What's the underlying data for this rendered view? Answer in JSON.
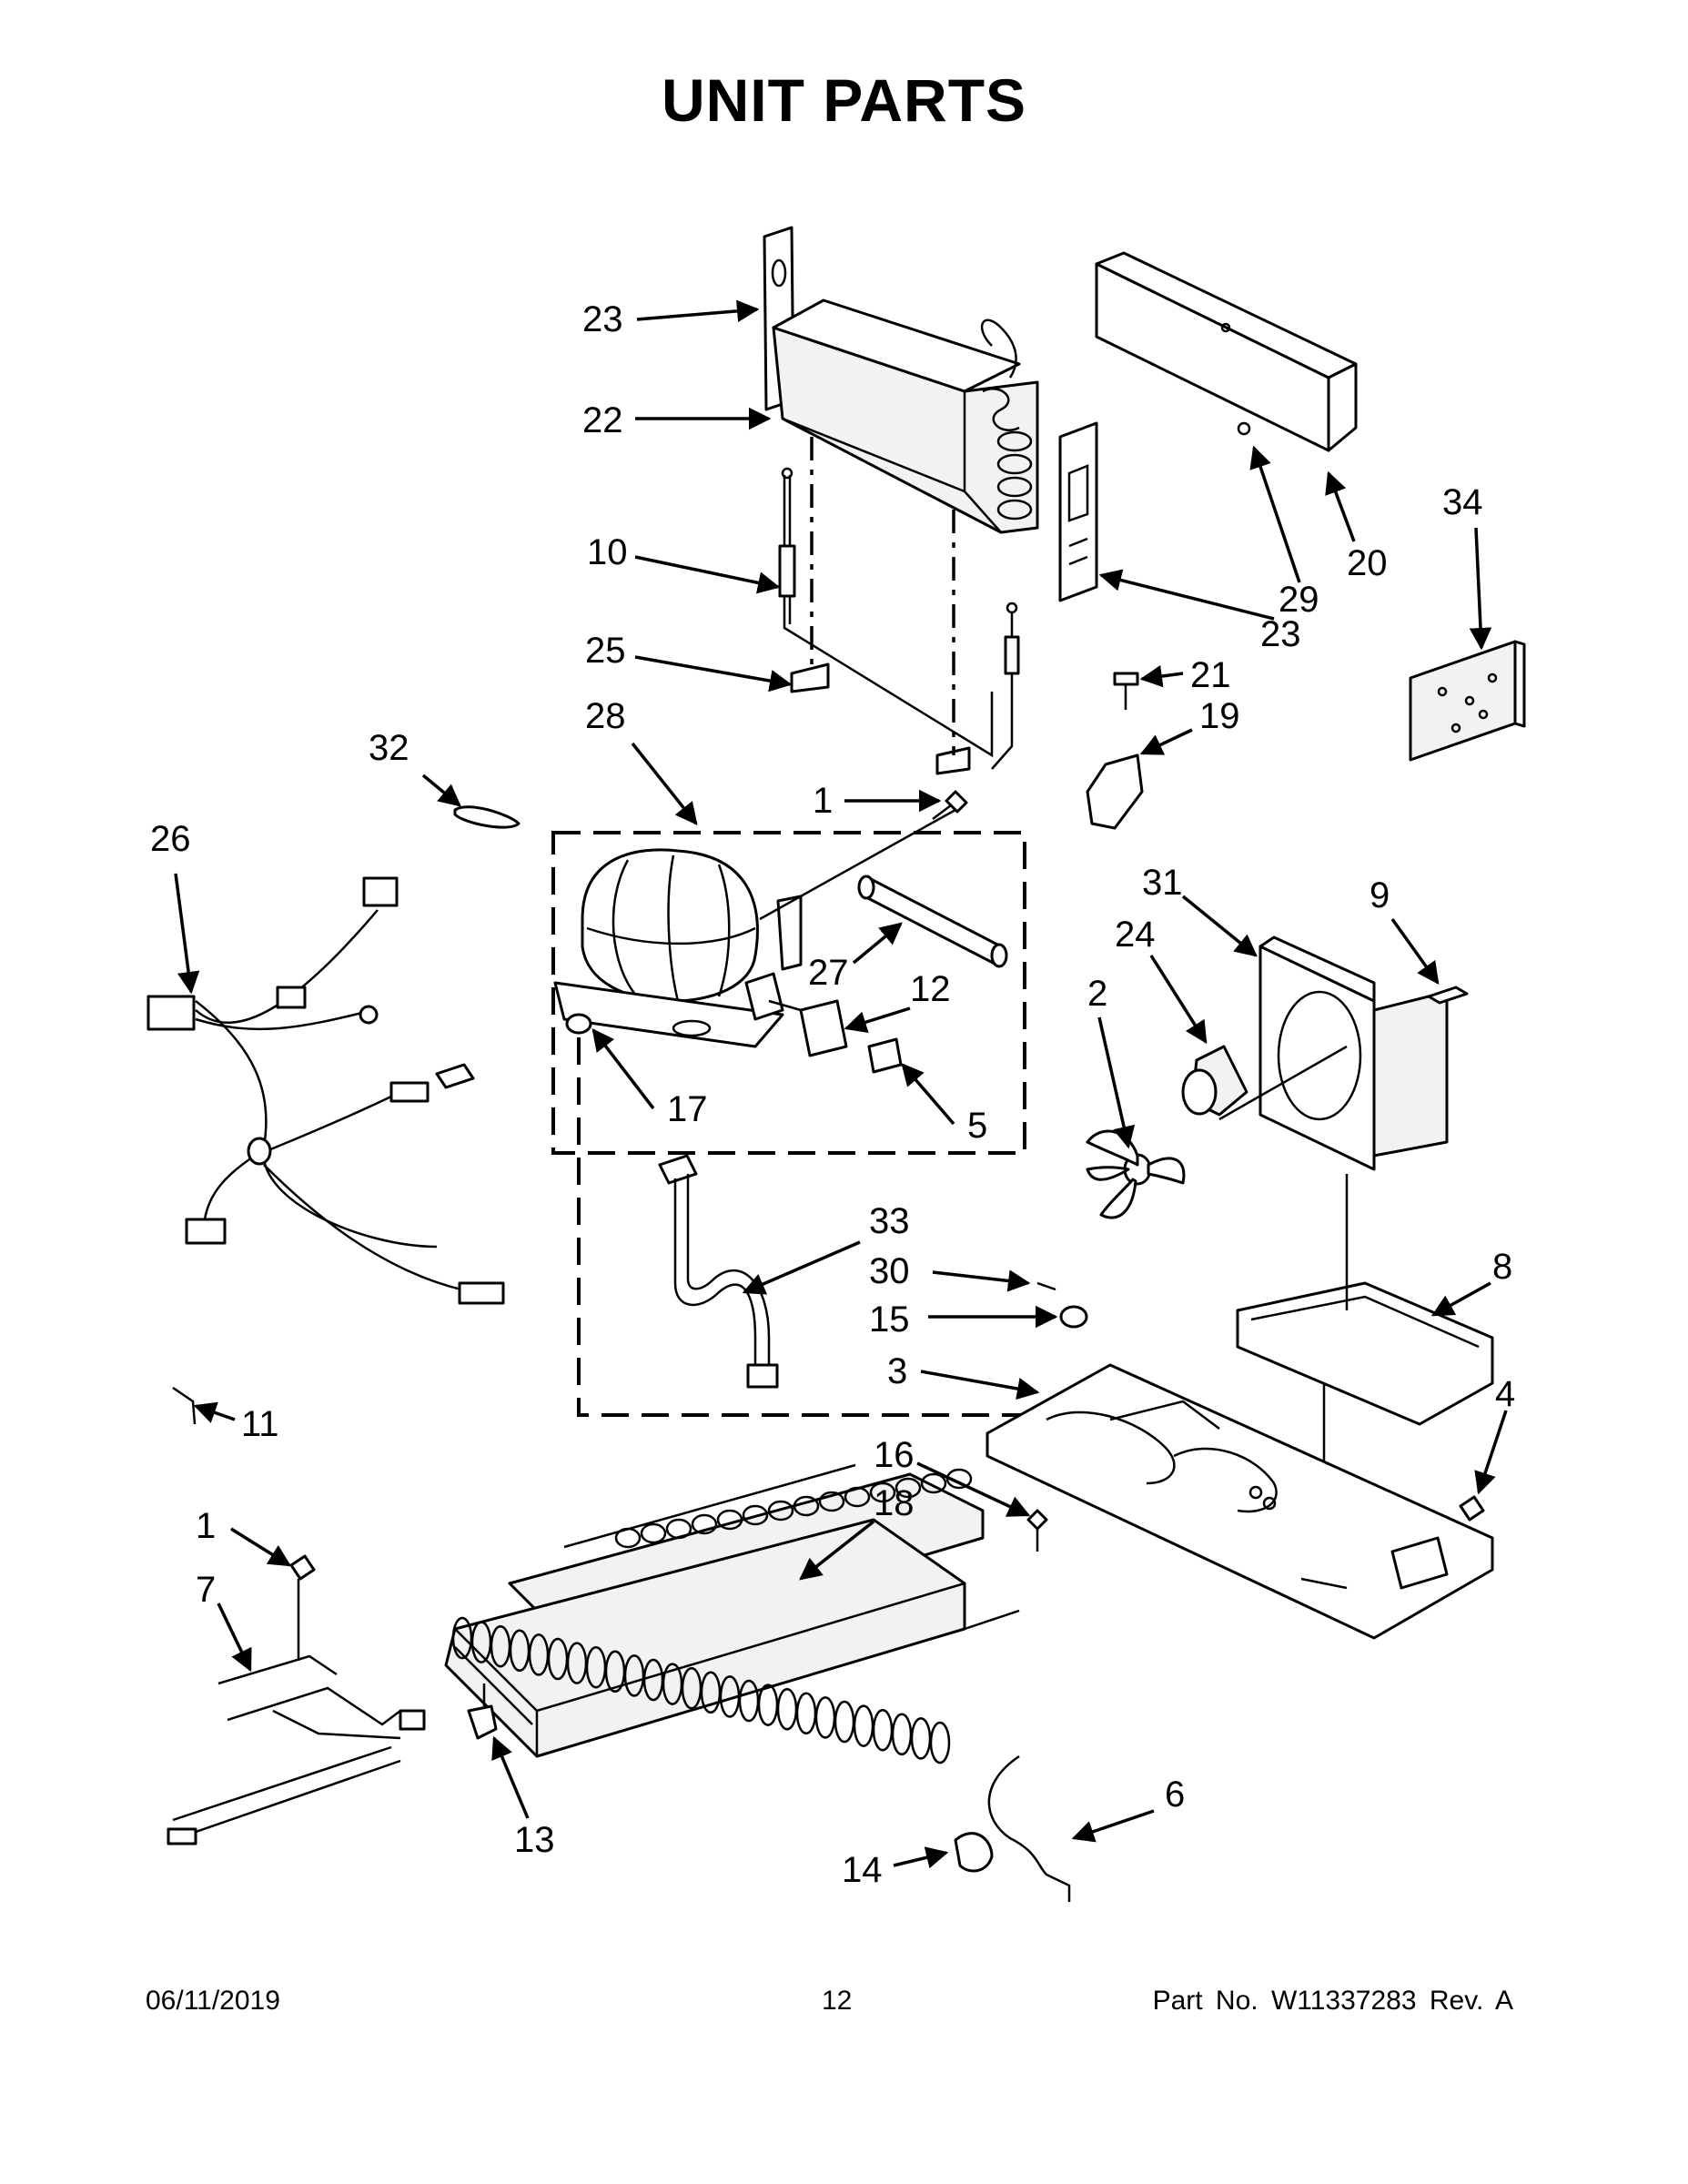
{
  "title": "UNIT PARTS",
  "footer": {
    "date": "06/11/2019",
    "page": "12",
    "part_number": "Part No.  W11337283  Rev.  A"
  },
  "diagram": {
    "callouts": [
      "23",
      "22",
      "10",
      "25",
      "28",
      "32",
      "26",
      "1",
      "27",
      "12",
      "17",
      "5",
      "33",
      "30",
      "15",
      "3",
      "16",
      "18",
      "11",
      "1",
      "7",
      "13",
      "14",
      "6",
      "20",
      "29",
      "23",
      "34",
      "21",
      "19",
      "31",
      "9",
      "24",
      "2",
      "8",
      "4"
    ]
  }
}
